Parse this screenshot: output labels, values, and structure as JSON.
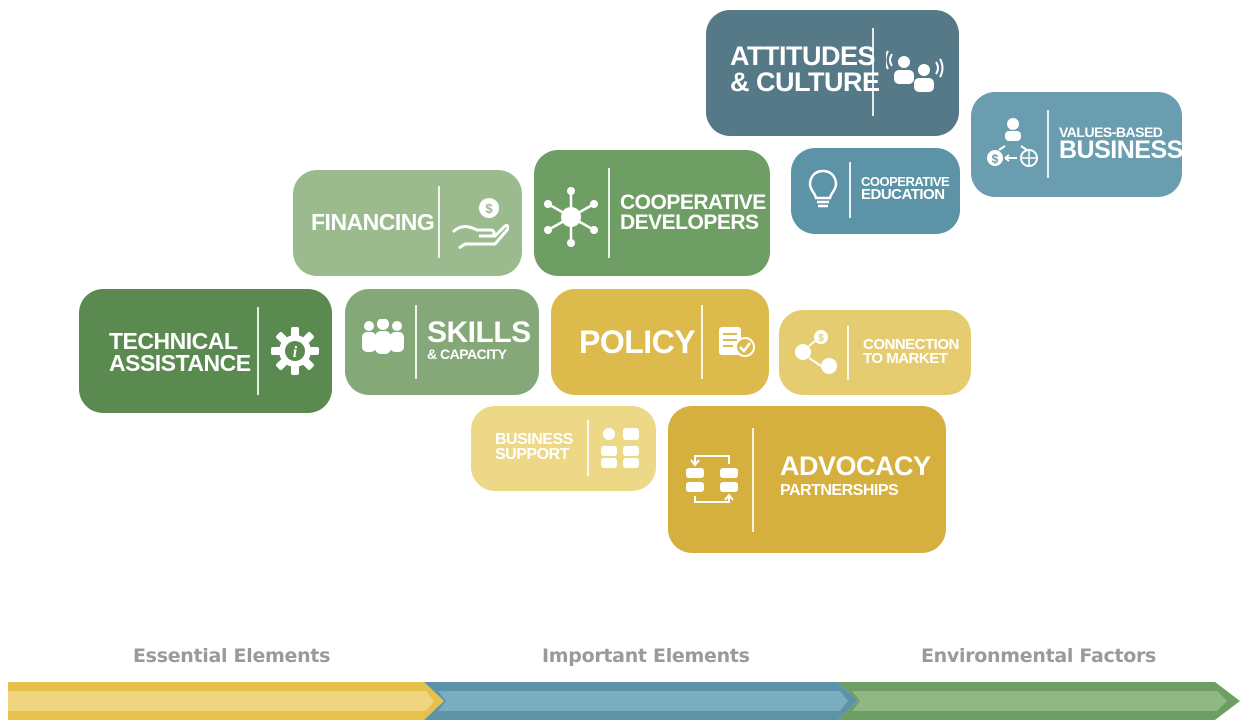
{
  "colors": {
    "dark_slate": "#557987",
    "values_blue": "#6a9db0",
    "coop_edu_blue": "#5d93a6",
    "light_green": "#9bbb8f",
    "mid_green": "#6f9e64",
    "dark_green": "#5a8a50",
    "skills_green": "#84a877",
    "gold": "#dcbb4c",
    "light_gold": "#e6cc70",
    "pale_gold": "#ecd886",
    "advocacy_gold": "#d6b03e",
    "legend_text": "#9a9a9a"
  },
  "tiles": {
    "attitudes": {
      "line1": "ATTITUDES",
      "line2": "& CULTURE",
      "icon": "people-communicating-icon"
    },
    "values": {
      "line1": "VALUES-BASED",
      "line2": "BUSINESS",
      "icon": "values-exchange-icon"
    },
    "coop_education": {
      "line1": "COOPERATIVE",
      "line2": "EDUCATION",
      "icon": "lightbulb-icon"
    },
    "financing": {
      "line1": "FINANCING",
      "icon": "hand-coin-icon"
    },
    "coop_developers": {
      "line1": "COOPERATIVE",
      "line2": "DEVELOPERS",
      "icon": "network-hub-icon"
    },
    "technical": {
      "line1": "TECHNICAL",
      "line2": "ASSISTANCE",
      "icon": "gear-info-icon"
    },
    "skills": {
      "line1": "SKILLS",
      "line2": "& CAPACITY",
      "icon": "people-group-icon"
    },
    "policy": {
      "line1": "POLICY",
      "icon": "document-check-icon"
    },
    "connection": {
      "line1": "CONNECTION",
      "line2": "TO MARKET",
      "icon": "market-connection-icon"
    },
    "business_support": {
      "line1": "BUSINESS",
      "line2": "SUPPORT",
      "icon": "workflow-icon"
    },
    "advocacy": {
      "line1": "ADVOCACY",
      "line2": "PARTNERSHIPS",
      "icon": "exchange-cycle-icon"
    }
  },
  "legend": {
    "essential": "Essential Elements",
    "important": "Important Elements",
    "environmental": "Environmental Factors"
  }
}
